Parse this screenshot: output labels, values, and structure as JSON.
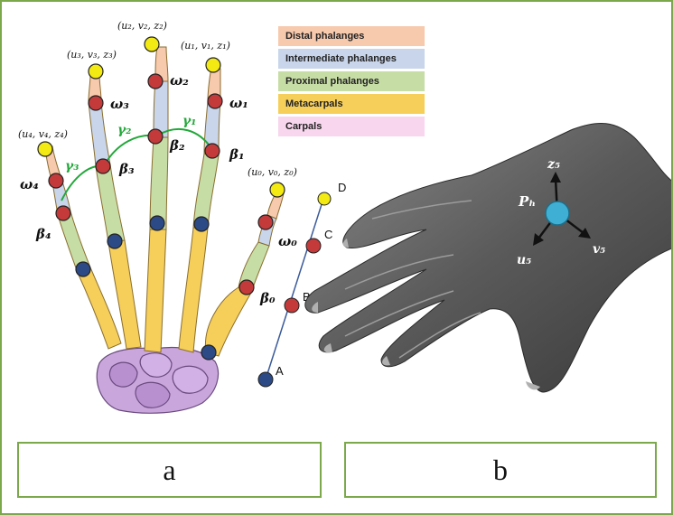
{
  "legend": [
    {
      "label": "Distal phalanges",
      "color": "#f7c9ad"
    },
    {
      "label": "Intermediate phalanges",
      "color": "#c8d5ea"
    },
    {
      "label": "Proximal phalanges",
      "color": "#c7dda6"
    },
    {
      "label": "Metacarpals",
      "color": "#f6cf5a"
    },
    {
      "label": "Carpals",
      "color": "#f8d6ee"
    }
  ],
  "tip_labels": {
    "t0": "(u₀, v₀, z₀)",
    "t1": "(u₁, v₁, z₁)",
    "t2": "(u₂, v₂, z₂)",
    "t3": "(u₃, v₃, z₃)",
    "t4": "(u₄, v₄, z₄)"
  },
  "omega": {
    "w0": "ω₀",
    "w1": "ω₁",
    "w2": "ω₂",
    "w3": "ω₃",
    "w4": "ω₄"
  },
  "beta": {
    "b0": "β₀",
    "b1": "β₁",
    "b2": "β₂",
    "b3": "β₃",
    "b4": "β₄"
  },
  "gamma": {
    "g1": "γ₁",
    "g2": "γ₂",
    "g3": "γ₃"
  },
  "chain_points": {
    "a": "A",
    "b": "B",
    "c": "C",
    "d": "D"
  },
  "hand_frame": {
    "center": "Pₕ",
    "z": "z₅",
    "u": "u₅",
    "v": "v₅"
  },
  "panels": {
    "a": "a",
    "b": "b"
  },
  "colors": {
    "tip": "#f2ea12",
    "joint_red": "#c43a3a",
    "joint_blue": "#2c4a86",
    "gamma": "#22a83a",
    "hand_center": "#3fb0d4",
    "border": "#7aa84a"
  }
}
